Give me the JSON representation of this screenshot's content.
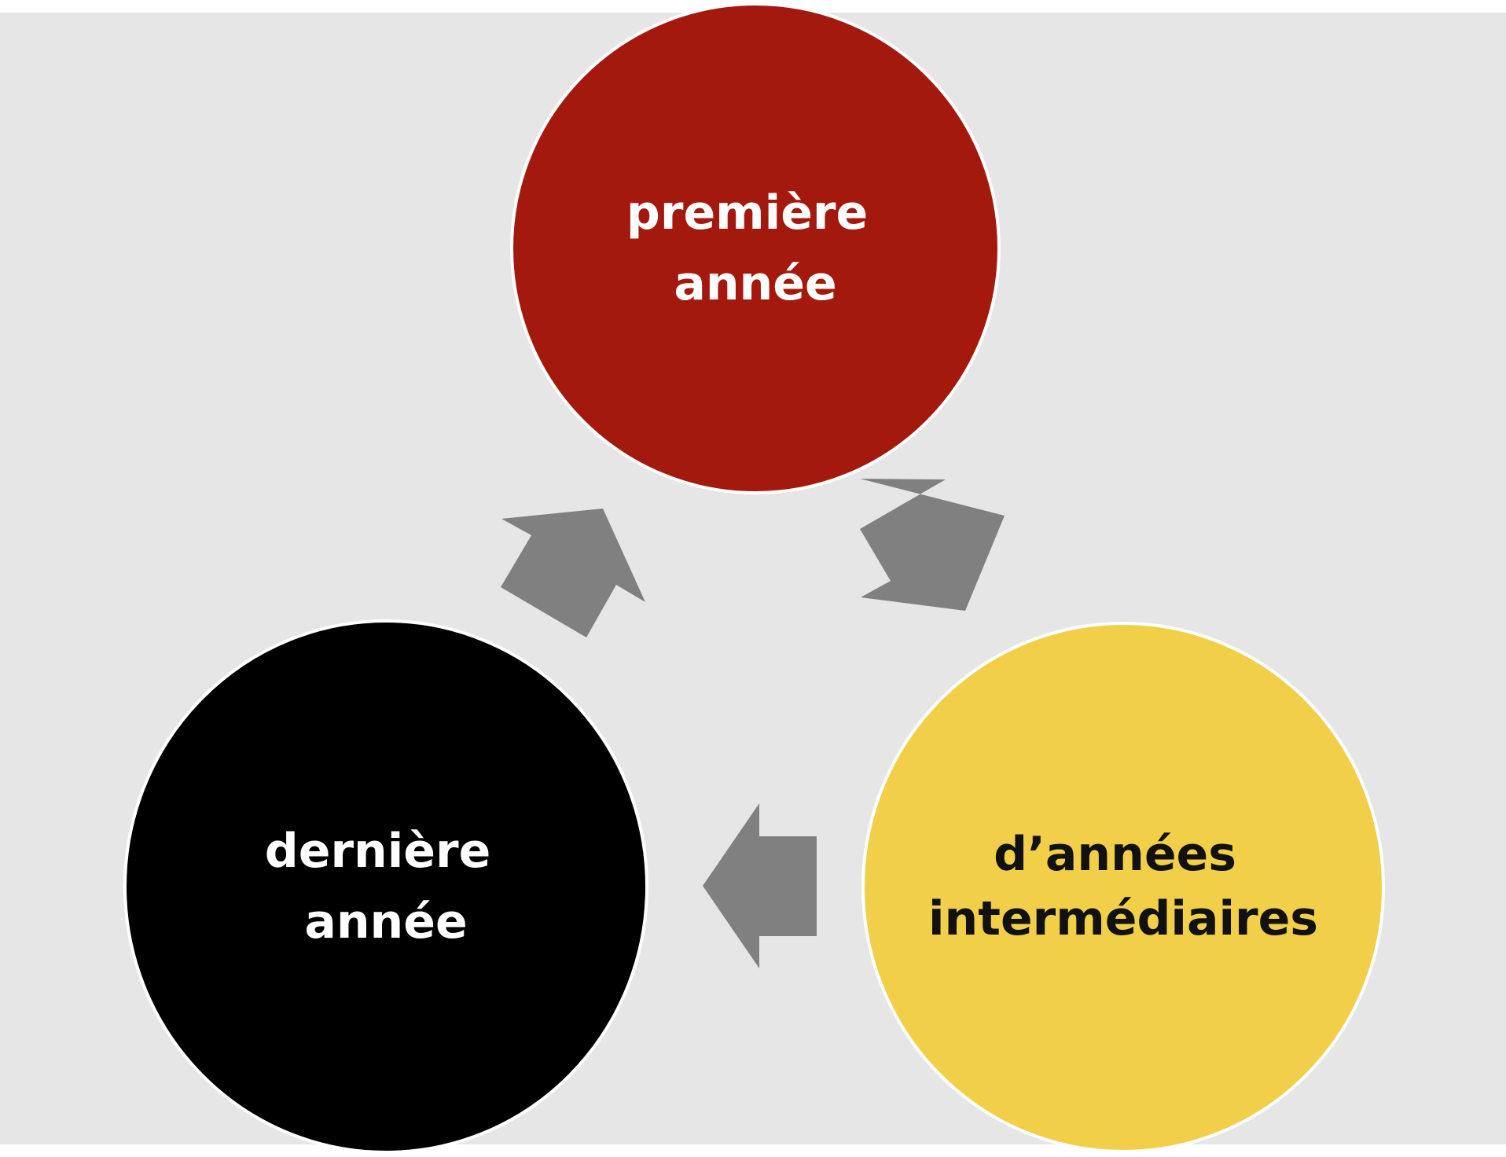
{
  "colors": {
    "background": "#e6e6e6",
    "page": "#ffffff",
    "arrow": "#808080",
    "node_border": "#ffffff"
  },
  "nodes": [
    {
      "id": "first",
      "lines": [
        "première",
        "année"
      ],
      "fill": "#a4190d",
      "text_color": "#ffffff"
    },
    {
      "id": "middle",
      "lines": [
        "d’années",
        "intermédiaires"
      ],
      "fill": "#f2cf48",
      "text_color": "#111111"
    },
    {
      "id": "last",
      "lines": [
        "dernière",
        "année"
      ],
      "fill": "#000000",
      "text_color": "#ffffff"
    }
  ],
  "arrows": [
    {
      "from": "first",
      "to": "middle"
    },
    {
      "from": "middle",
      "to": "last"
    },
    {
      "from": "last",
      "to": "first"
    }
  ]
}
